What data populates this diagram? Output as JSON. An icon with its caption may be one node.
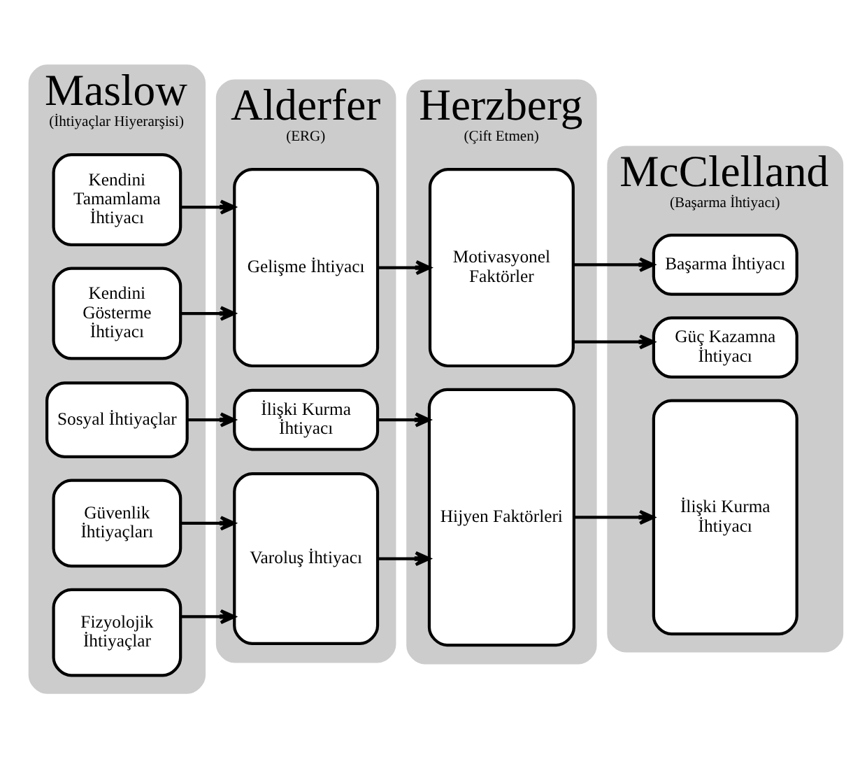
{
  "diagram": {
    "nodes": [
      {
        "text": [
          "Maslow",
          "(İhtiyaçlar Hiyerarşisi)"
        ]
      },
      {
        "text": [
          "Kendini Tamamlama İhtiyacı"
        ],
        "in": 0
      },
      {
        "text": [
          "Kendini Gösterme İhtiyacı"
        ],
        "in": 0
      },
      {
        "text": [
          "Sosyal İhtiyaçlar"
        ],
        "in": 0
      },
      {
        "text": [
          "Güvenlik İhtiyaçları"
        ],
        "in": 0
      },
      {
        "text": [
          "Fizyolojik İhtiyaçlar"
        ],
        "in": 0
      },
      {
        "text": [
          "Alderfer",
          "(ERG)"
        ]
      },
      {
        "text": [
          "Gelişme İhtiyacı"
        ],
        "in": 6
      },
      {
        "text": [
          "İlişki Kurma İhtiyacı"
        ],
        "in": 6
      },
      {
        "text": [
          "Varoluş İhtiyacı"
        ],
        "in": 6
      },
      {
        "text": [
          "Herzberg",
          "(Çift Etmen)"
        ]
      },
      {
        "text": [
          "Motivasyonel Faktörler"
        ],
        "in": 10
      },
      {
        "text": [
          "Hijyen Faktörleri"
        ],
        "in": 10
      },
      {
        "text": [
          "McClelland",
          "(Başarma İhtiyacı)"
        ]
      },
      {
        "text": [
          "Başarma İhtiyacı"
        ],
        "in": 13
      },
      {
        "text": [
          "Güç Kazamna İhtiyacı"
        ],
        "in": 13
      },
      {
        "text": [
          "İlişki Kurma İhtiyacı"
        ],
        "in": 13
      }
    ],
    "edges": [
      {
        "from": 1,
        "to": 7,
        "arrow": "to"
      },
      {
        "from": 2,
        "to": 7,
        "arrow": "to"
      },
      {
        "from": 3,
        "to": 8,
        "arrow": "to"
      },
      {
        "from": 4,
        "to": 9,
        "arrow": "to"
      },
      {
        "from": 5,
        "to": 9,
        "arrow": "to"
      },
      {
        "from": 7,
        "to": 11,
        "arrow": "to"
      },
      {
        "from": 8,
        "to": 12,
        "arrow": "to"
      },
      {
        "from": 9,
        "to": 12,
        "arrow": "to"
      },
      {
        "from": 11,
        "to": 14,
        "arrow": "to"
      },
      {
        "from": 11,
        "to": 15,
        "arrow": "to"
      },
      {
        "from": 12,
        "to": 16,
        "arrow": "to"
      }
    ]
  }
}
